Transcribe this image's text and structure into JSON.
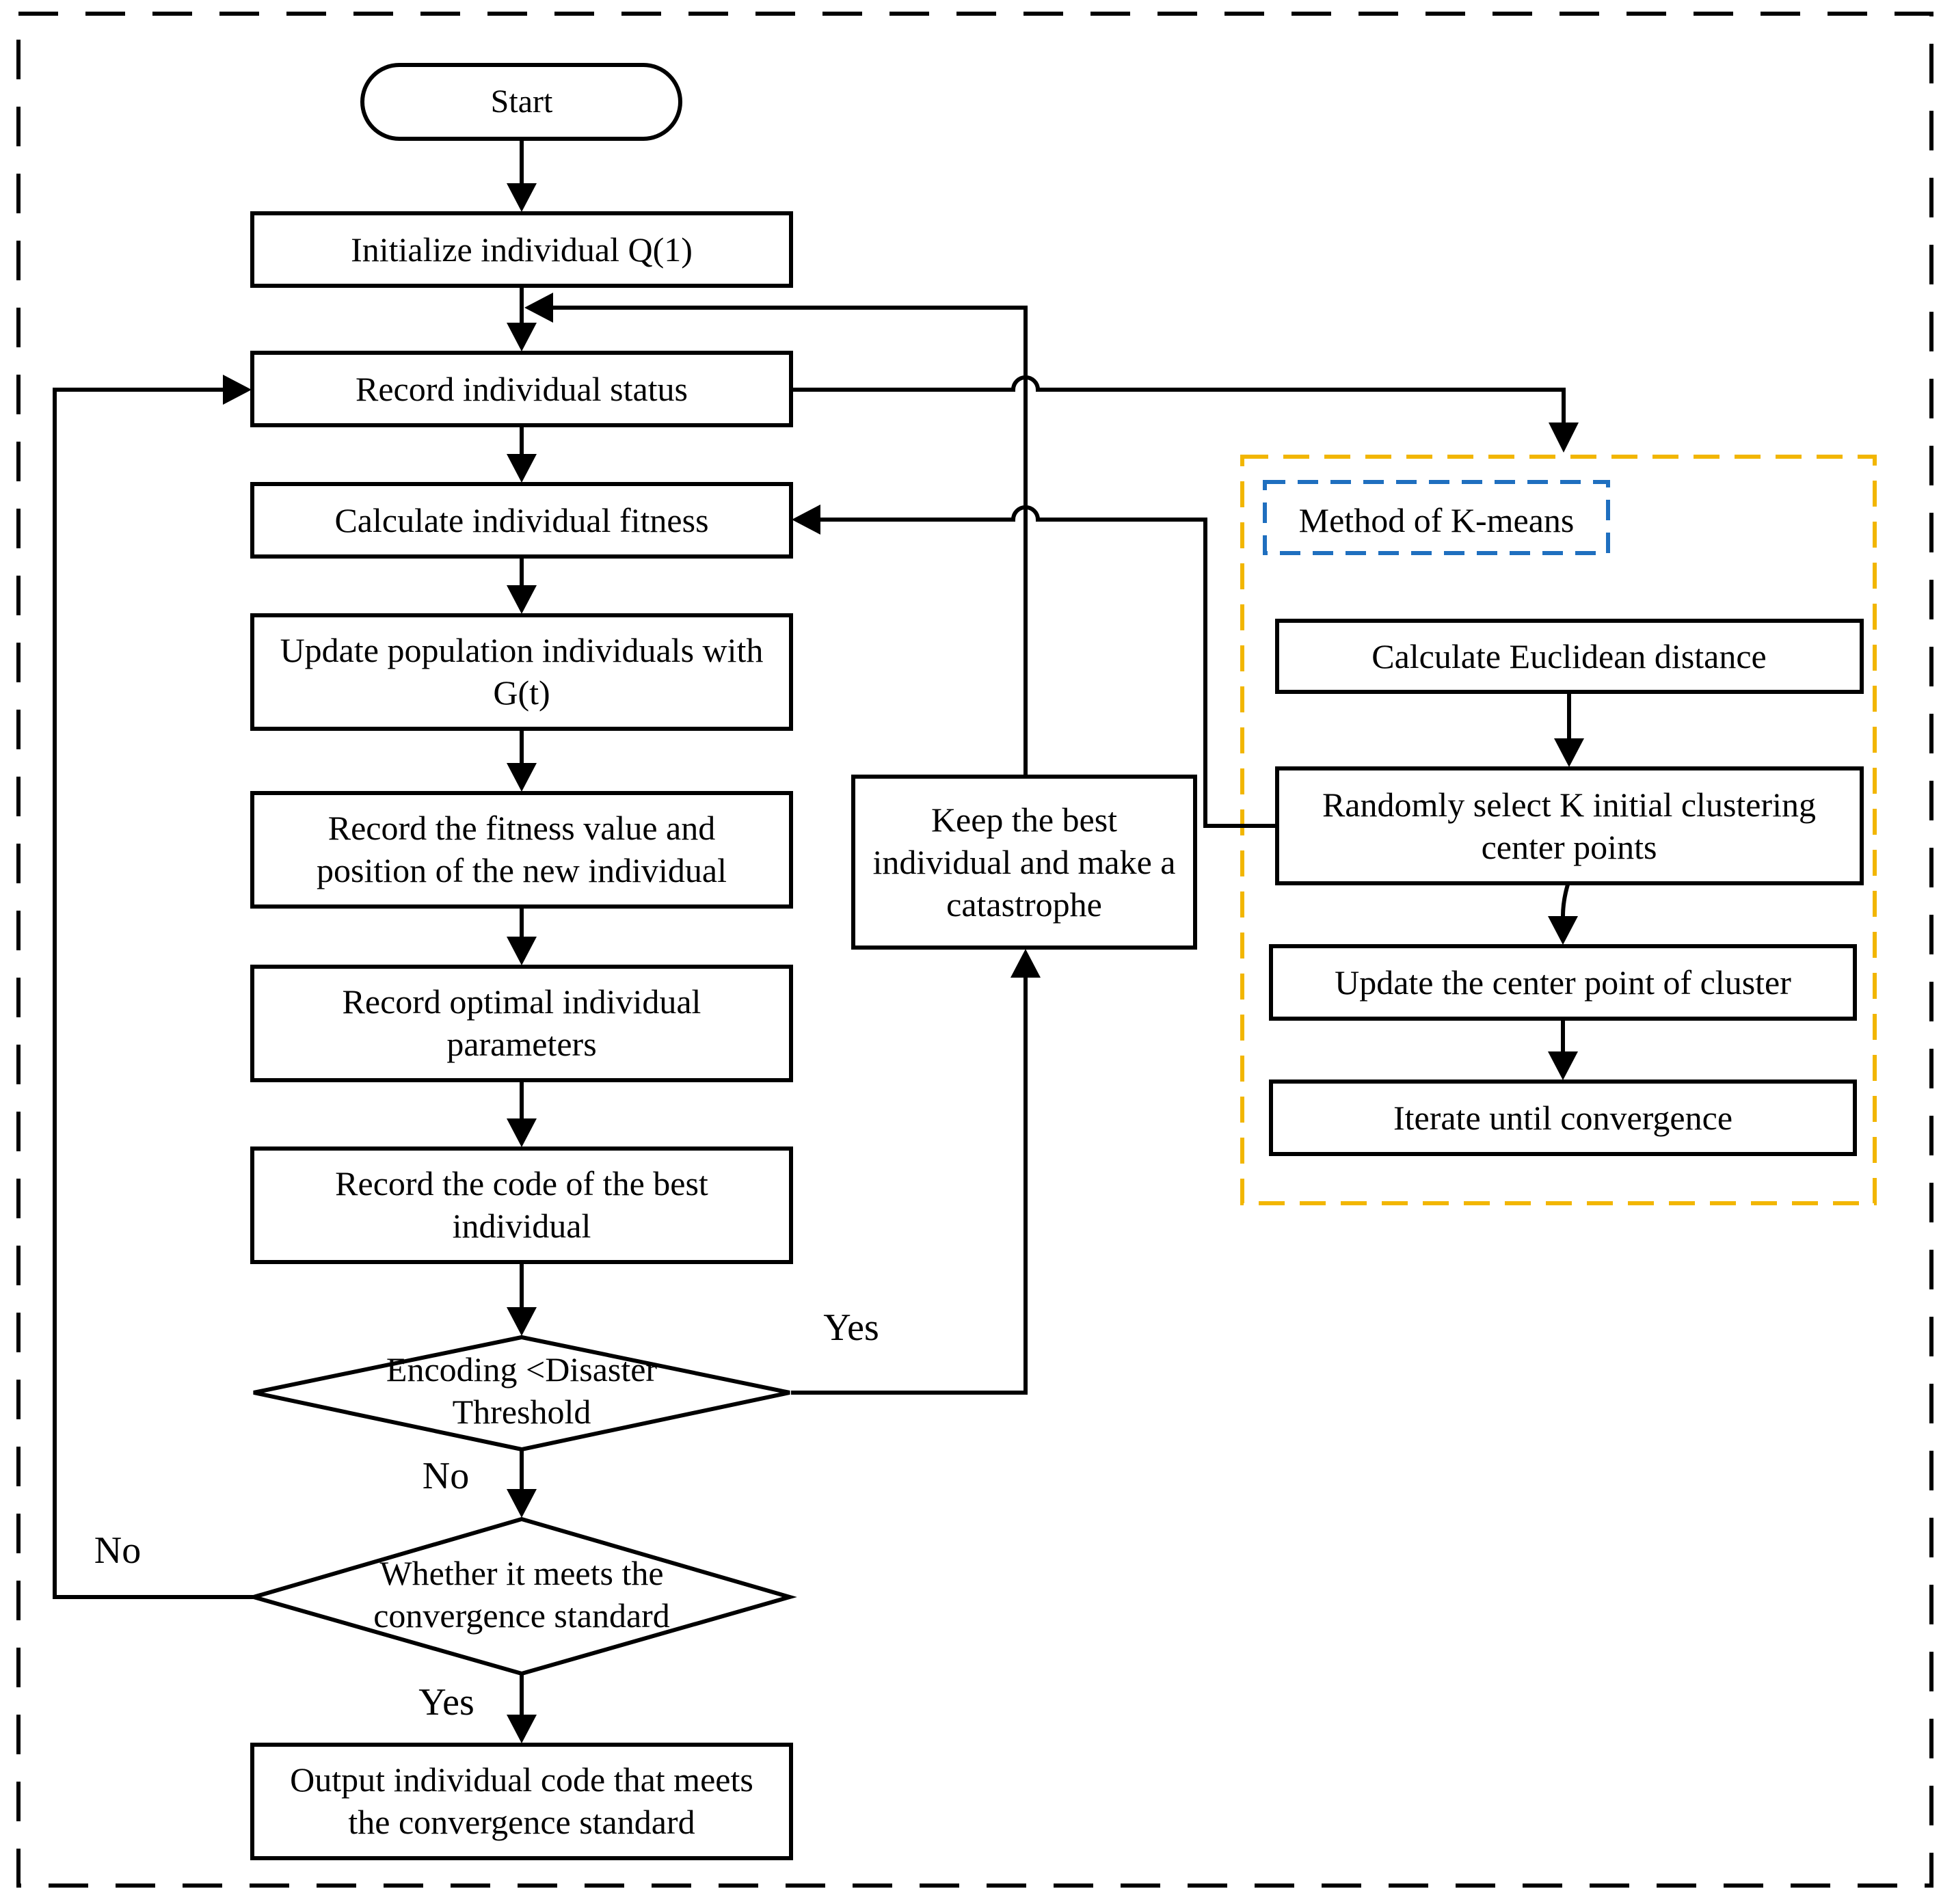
{
  "colors": {
    "outer_border": "#000000",
    "kmeans_group_border": "#F2B600",
    "kmeans_title_border": "#1F6FBF",
    "line": "#000000"
  },
  "nodes": {
    "start": "Start",
    "init": "Initialize individual Q(1)",
    "record_status": "Record individual status",
    "calc_fitness": "Calculate individual fitness",
    "update_pop": [
      "Update population individuals with",
      "G(t)"
    ],
    "record_fitness_pos": [
      "Record the fitness value and",
      "position of the new individual"
    ],
    "record_optimal": [
      "Record optimal individual",
      "parameters"
    ],
    "record_code": [
      "Record the code of the best",
      "individual"
    ],
    "encoding_decision": [
      "Encoding <Disaster",
      "Threshold"
    ],
    "convergence_decision": [
      "Whether it meets the",
      "convergence standard"
    ],
    "output": [
      "Output individual code that meets",
      "the convergence standard"
    ],
    "catastrophe": [
      "Keep the best",
      "individual and make a",
      "catastrophe"
    ]
  },
  "kmeans": {
    "title": "Method of K-means",
    "steps": {
      "euclid": "Calculate Euclidean distance",
      "random_select": [
        "Randomly select K initial clustering",
        "center points"
      ],
      "update_center": "Update the center point of cluster",
      "iterate": "Iterate until convergence"
    }
  },
  "edge_labels": {
    "encoding_yes": "Yes",
    "encoding_no": "No",
    "convergence_no": "No",
    "convergence_yes": "Yes"
  }
}
